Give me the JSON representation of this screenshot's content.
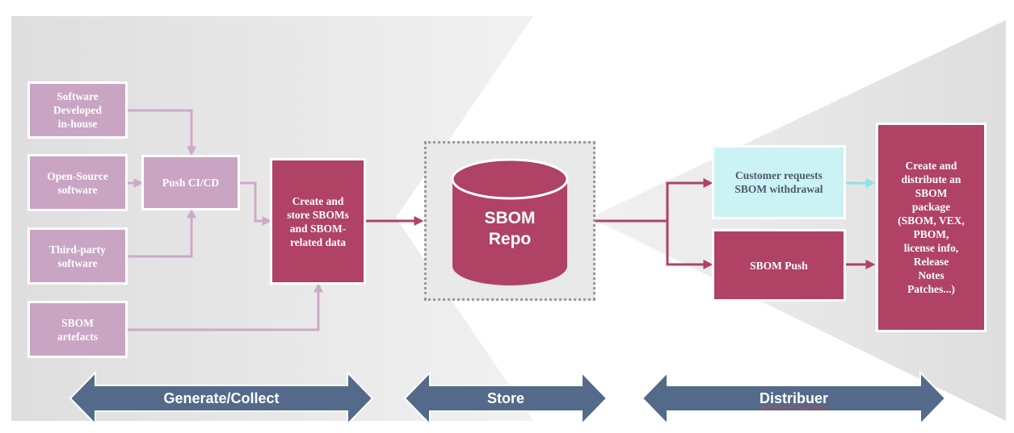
{
  "inputs": {
    "inhouse": "Software\nDeveloped\nin-house",
    "opensource": "Open-Source\nsoftware",
    "thirdparty": "Third-party\nsoftware",
    "artefacts": "SBOM\nartefacts"
  },
  "push_cicd": "Push CI/CD",
  "create_store": "Create and\nstore SBOMs\nand SBOM-\nrelated data",
  "repo": "SBOM\nRepo",
  "customer_requests": "Customer requests\nSBOM withdrawal",
  "sbom_push": "SBOM Push",
  "distribute_package": "Create and\ndistribute an\nSBOM\npackage\n(SBOM, VEX,\nPBOM,\nlicense info,\nRelease\nNotes\nPatches...)",
  "phases": {
    "generate": "Generate/Collect",
    "store": "Store",
    "distribute": "Distribuer"
  },
  "colors": {
    "light_box": "#c9a5c3",
    "dark_box": "#af4265",
    "request_box": "#ccf3f4",
    "phase_arrow": "#546a8a",
    "background_shape": "#e4e4e4"
  }
}
